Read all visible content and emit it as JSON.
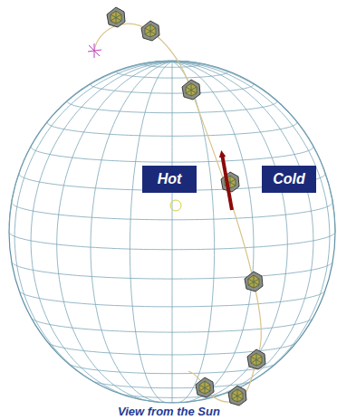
{
  "diagram": {
    "caption": "View from the Sun",
    "nodes": [
      {
        "text": [
          "Hot"
        ]
      },
      {
        "text": [
          "Cold"
        ]
      }
    ]
  }
}
